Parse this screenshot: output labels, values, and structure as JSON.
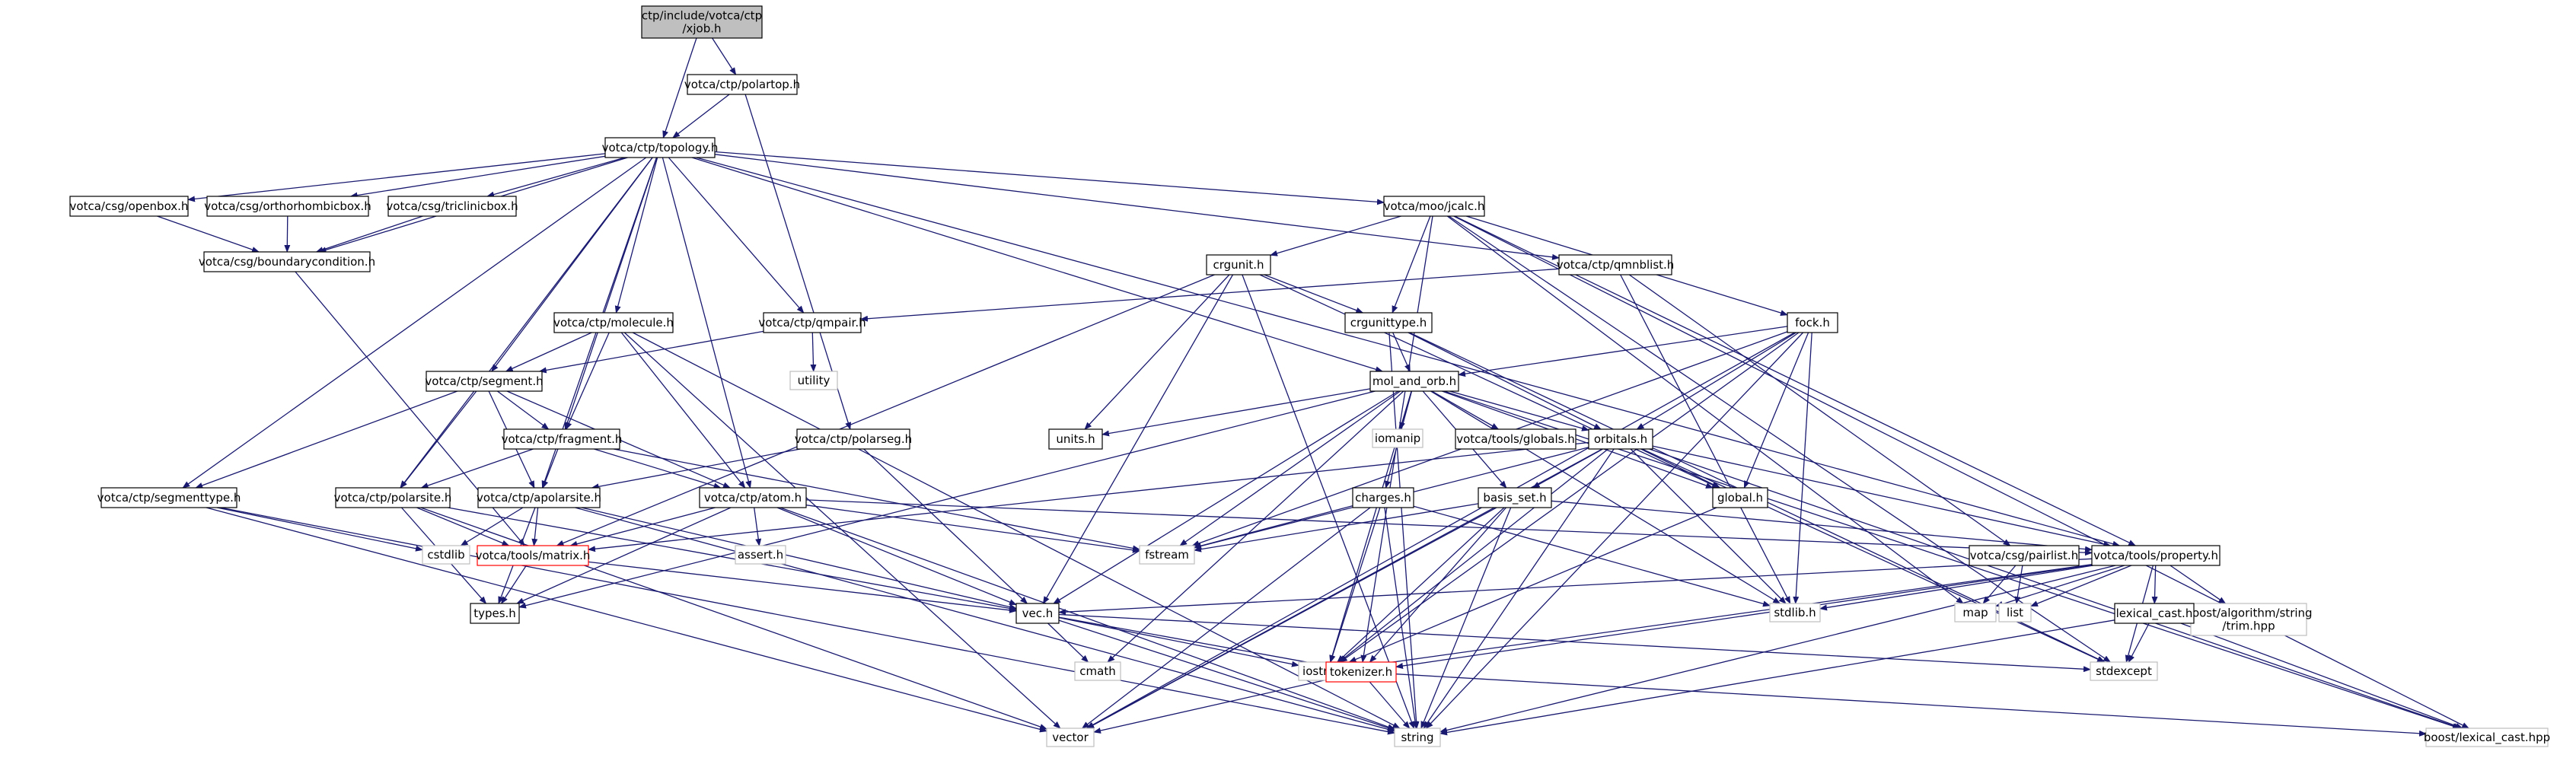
{
  "colors": {
    "edge": "#191970",
    "node_border": "#000000",
    "system_border": "#bfbfbf",
    "missing_border": "#ff0000",
    "root_fill": "#bfbfbf",
    "node_fill": "#ffffff"
  },
  "nodes": [
    {
      "id": "xjob",
      "lines": [
        "ctp/include/votca/ctp",
        "/xjob.h"
      ],
      "kind": "root"
    },
    {
      "id": "polartop",
      "lines": [
        "votca/ctp/polartop.h"
      ],
      "kind": "normal"
    },
    {
      "id": "topology",
      "lines": [
        "votca/ctp/topology.h"
      ],
      "kind": "normal"
    },
    {
      "id": "openbox",
      "lines": [
        "votca/csg/openbox.h"
      ],
      "kind": "normal"
    },
    {
      "id": "orthorhombicbox",
      "lines": [
        "votca/csg/orthorhombicbox.h"
      ],
      "kind": "normal"
    },
    {
      "id": "triclinicbox",
      "lines": [
        "votca/csg/triclinicbox.h"
      ],
      "kind": "normal"
    },
    {
      "id": "boundarycondition",
      "lines": [
        "votca/csg/boundarycondition.h"
      ],
      "kind": "normal"
    },
    {
      "id": "jcalc",
      "lines": [
        "votca/moo/jcalc.h"
      ],
      "kind": "normal"
    },
    {
      "id": "qmnblist",
      "lines": [
        "votca/ctp/qmnblist.h"
      ],
      "kind": "normal"
    },
    {
      "id": "crgunit",
      "lines": [
        "crgunit.h"
      ],
      "kind": "normal"
    },
    {
      "id": "crgunittype",
      "lines": [
        "crgunittype.h"
      ],
      "kind": "normal"
    },
    {
      "id": "fock",
      "lines": [
        "fock.h"
      ],
      "kind": "normal"
    },
    {
      "id": "molecule",
      "lines": [
        "votca/ctp/molecule.h"
      ],
      "kind": "normal"
    },
    {
      "id": "qmpair",
      "lines": [
        "votca/ctp/qmpair.h"
      ],
      "kind": "normal"
    },
    {
      "id": "utility",
      "lines": [
        "utility"
      ],
      "kind": "system"
    },
    {
      "id": "segment",
      "lines": [
        "votca/ctp/segment.h"
      ],
      "kind": "normal"
    },
    {
      "id": "mol_and_orb",
      "lines": [
        "mol_and_orb.h"
      ],
      "kind": "normal"
    },
    {
      "id": "fragment",
      "lines": [
        "votca/ctp/fragment.h"
      ],
      "kind": "normal"
    },
    {
      "id": "polarseg",
      "lines": [
        "votca/ctp/polarseg.h"
      ],
      "kind": "normal"
    },
    {
      "id": "units",
      "lines": [
        "units.h"
      ],
      "kind": "normal"
    },
    {
      "id": "iomanip",
      "lines": [
        "iomanip"
      ],
      "kind": "system"
    },
    {
      "id": "globals",
      "lines": [
        "votca/tools/globals.h"
      ],
      "kind": "normal"
    },
    {
      "id": "orbitals",
      "lines": [
        "orbitals.h"
      ],
      "kind": "normal"
    },
    {
      "id": "segmenttype",
      "lines": [
        "votca/ctp/segmenttype.h"
      ],
      "kind": "normal"
    },
    {
      "id": "polarsite",
      "lines": [
        "votca/ctp/polarsite.h"
      ],
      "kind": "normal"
    },
    {
      "id": "apolarsite",
      "lines": [
        "votca/ctp/apolarsite.h"
      ],
      "kind": "normal"
    },
    {
      "id": "atom",
      "lines": [
        "votca/ctp/atom.h"
      ],
      "kind": "normal"
    },
    {
      "id": "charges",
      "lines": [
        "charges.h"
      ],
      "kind": "normal"
    },
    {
      "id": "basis_set",
      "lines": [
        "basis_set.h"
      ],
      "kind": "normal"
    },
    {
      "id": "global",
      "lines": [
        "global.h"
      ],
      "kind": "normal"
    },
    {
      "id": "cstdlib",
      "lines": [
        "cstdlib"
      ],
      "kind": "system"
    },
    {
      "id": "matrix",
      "lines": [
        "votca/tools/matrix.h"
      ],
      "kind": "missing"
    },
    {
      "id": "assert",
      "lines": [
        "assert.h"
      ],
      "kind": "system"
    },
    {
      "id": "fstream",
      "lines": [
        "fstream"
      ],
      "kind": "system"
    },
    {
      "id": "pairlist",
      "lines": [
        "votca/csg/pairlist.h"
      ],
      "kind": "normal"
    },
    {
      "id": "property",
      "lines": [
        "votca/tools/property.h"
      ],
      "kind": "normal"
    },
    {
      "id": "types",
      "lines": [
        "types.h"
      ],
      "kind": "normal"
    },
    {
      "id": "vec",
      "lines": [
        "vec.h"
      ],
      "kind": "normal"
    },
    {
      "id": "list",
      "lines": [
        "list"
      ],
      "kind": "system"
    },
    {
      "id": "stdlib",
      "lines": [
        "stdlib.h"
      ],
      "kind": "system"
    },
    {
      "id": "map",
      "lines": [
        "map"
      ],
      "kind": "system"
    },
    {
      "id": "trim",
      "lines": [
        "boost/algorithm/string",
        "/trim.hpp"
      ],
      "kind": "system"
    },
    {
      "id": "lexical_cast",
      "lines": [
        "lexical_cast.h"
      ],
      "kind": "normal"
    },
    {
      "id": "cmath",
      "lines": [
        "cmath"
      ],
      "kind": "system"
    },
    {
      "id": "iostream",
      "lines": [
        "iostream"
      ],
      "kind": "system"
    },
    {
      "id": "stdexcept",
      "lines": [
        "stdexcept"
      ],
      "kind": "system"
    },
    {
      "id": "tokenizer",
      "lines": [
        "tokenizer.h"
      ],
      "kind": "missing"
    },
    {
      "id": "vector",
      "lines": [
        "vector"
      ],
      "kind": "system"
    },
    {
      "id": "string",
      "lines": [
        "string"
      ],
      "kind": "system"
    },
    {
      "id": "boost_lexical_cast",
      "lines": [
        "boost/lexical_cast.hpp"
      ],
      "kind": "system"
    }
  ],
  "edges": [
    [
      "xjob",
      "polartop"
    ],
    [
      "xjob",
      "topology"
    ],
    [
      "polartop",
      "topology"
    ],
    [
      "polartop",
      "polarseg"
    ],
    [
      "topology",
      "openbox"
    ],
    [
      "topology",
      "orthorhombicbox"
    ],
    [
      "topology",
      "triclinicbox"
    ],
    [
      "topology",
      "boundarycondition"
    ],
    [
      "topology",
      "jcalc"
    ],
    [
      "topology",
      "qmnblist"
    ],
    [
      "topology",
      "molecule"
    ],
    [
      "topology",
      "qmpair"
    ],
    [
      "topology",
      "segment"
    ],
    [
      "topology",
      "fragment"
    ],
    [
      "topology",
      "atom"
    ],
    [
      "topology",
      "apolarsite"
    ],
    [
      "topology",
      "polarsite"
    ],
    [
      "topology",
      "segmenttype"
    ],
    [
      "topology",
      "mol_and_orb"
    ],
    [
      "topology",
      "property"
    ],
    [
      "openbox",
      "boundarycondition"
    ],
    [
      "orthorhombicbox",
      "boundarycondition"
    ],
    [
      "triclinicbox",
      "boundarycondition"
    ],
    [
      "boundarycondition",
      "matrix"
    ],
    [
      "jcalc",
      "crgunit"
    ],
    [
      "jcalc",
      "crgunittype"
    ],
    [
      "jcalc",
      "fock"
    ],
    [
      "jcalc",
      "tokenizer"
    ],
    [
      "jcalc",
      "property"
    ],
    [
      "jcalc",
      "stdexcept"
    ],
    [
      "jcalc",
      "boost_lexical_cast"
    ],
    [
      "jcalc",
      "map"
    ],
    [
      "qmnblist",
      "qmpair"
    ],
    [
      "qmnblist",
      "pairlist"
    ],
    [
      "qmnblist",
      "stdlib"
    ],
    [
      "crgunit",
      "crgunittype"
    ],
    [
      "crgunit",
      "units"
    ],
    [
      "crgunit",
      "vec"
    ],
    [
      "crgunit",
      "global"
    ],
    [
      "crgunit",
      "matrix"
    ],
    [
      "crgunit",
      "string"
    ],
    [
      "crgunittype",
      "mol_and_orb"
    ],
    [
      "crgunittype",
      "orbitals"
    ],
    [
      "crgunittype",
      "string"
    ],
    [
      "crgunittype",
      "stdexcept"
    ],
    [
      "fock",
      "mol_and_orb"
    ],
    [
      "fock",
      "orbitals"
    ],
    [
      "fock",
      "global"
    ],
    [
      "fock",
      "stdlib"
    ],
    [
      "fock",
      "iostream"
    ],
    [
      "fock",
      "fstream"
    ],
    [
      "fock",
      "vector"
    ],
    [
      "fock",
      "string"
    ],
    [
      "molecule",
      "segment"
    ],
    [
      "molecule",
      "fragment"
    ],
    [
      "molecule",
      "atom"
    ],
    [
      "molecule",
      "vector"
    ],
    [
      "molecule",
      "string"
    ],
    [
      "qmpair",
      "segment"
    ],
    [
      "qmpair",
      "utility"
    ],
    [
      "segment",
      "fragment"
    ],
    [
      "segment",
      "polarsite"
    ],
    [
      "segment",
      "apolarsite"
    ],
    [
      "segment",
      "atom"
    ],
    [
      "segment",
      "segmenttype"
    ],
    [
      "mol_and_orb",
      "units"
    ],
    [
      "mol_and_orb",
      "iomanip"
    ],
    [
      "mol_and_orb",
      "globals"
    ],
    [
      "mol_and_orb",
      "orbitals"
    ],
    [
      "mol_and_orb",
      "charges"
    ],
    [
      "mol_and_orb",
      "basis_set"
    ],
    [
      "mol_and_orb",
      "global"
    ],
    [
      "mol_and_orb",
      "fstream"
    ],
    [
      "mol_and_orb",
      "vec"
    ],
    [
      "mol_and_orb",
      "stdlib"
    ],
    [
      "mol_and_orb",
      "iostream"
    ],
    [
      "mol_and_orb",
      "cmath"
    ],
    [
      "mol_and_orb",
      "boost_lexical_cast"
    ],
    [
      "mol_and_orb",
      "types"
    ],
    [
      "fragment",
      "atom"
    ],
    [
      "fragment",
      "apolarsite"
    ],
    [
      "fragment",
      "polarsite"
    ],
    [
      "fragment",
      "fstream"
    ],
    [
      "polarseg",
      "apolarsite"
    ],
    [
      "polarseg",
      "vec"
    ],
    [
      "orbitals",
      "basis_set"
    ],
    [
      "orbitals",
      "global"
    ],
    [
      "orbitals",
      "matrix"
    ],
    [
      "orbitals",
      "vector"
    ],
    [
      "orbitals",
      "string"
    ],
    [
      "orbitals",
      "iostream"
    ],
    [
      "orbitals",
      "fstream"
    ],
    [
      "orbitals",
      "stdlib"
    ],
    [
      "orbitals",
      "stdexcept"
    ],
    [
      "orbitals",
      "boost_lexical_cast"
    ],
    [
      "orbitals",
      "property"
    ],
    [
      "segmenttype",
      "cstdlib"
    ],
    [
      "segmenttype",
      "vector"
    ],
    [
      "segmenttype",
      "string"
    ],
    [
      "polarsite",
      "matrix"
    ],
    [
      "polarsite",
      "vec"
    ],
    [
      "polarsite",
      "types"
    ],
    [
      "polarsite",
      "vector"
    ],
    [
      "apolarsite",
      "cstdlib"
    ],
    [
      "apolarsite",
      "matrix"
    ],
    [
      "apolarsite",
      "vec"
    ],
    [
      "apolarsite",
      "types"
    ],
    [
      "apolarsite",
      "string"
    ],
    [
      "atom",
      "matrix"
    ],
    [
      "atom",
      "types"
    ],
    [
      "atom",
      "assert"
    ],
    [
      "atom",
      "fstream"
    ],
    [
      "atom",
      "vec"
    ],
    [
      "atom",
      "string"
    ],
    [
      "atom",
      "property"
    ],
    [
      "charges",
      "fstream"
    ],
    [
      "charges",
      "vector"
    ],
    [
      "charges",
      "string"
    ],
    [
      "charges",
      "iostream"
    ],
    [
      "charges",
      "stdlib"
    ],
    [
      "basis_set",
      "tokenizer"
    ],
    [
      "basis_set",
      "vector"
    ],
    [
      "basis_set",
      "string"
    ],
    [
      "basis_set",
      "iostream"
    ],
    [
      "basis_set",
      "fstream"
    ],
    [
      "basis_set",
      "property"
    ],
    [
      "global",
      "iostream"
    ],
    [
      "matrix",
      "vec"
    ],
    [
      "matrix",
      "types"
    ],
    [
      "pairlist",
      "list"
    ],
    [
      "pairlist",
      "map"
    ],
    [
      "property",
      "map"
    ],
    [
      "property",
      "trim"
    ],
    [
      "property",
      "lexical_cast"
    ],
    [
      "property",
      "vec"
    ],
    [
      "property",
      "tokenizer"
    ],
    [
      "property",
      "stdlib"
    ],
    [
      "property",
      "iostream"
    ],
    [
      "property",
      "stdexcept"
    ],
    [
      "property",
      "string"
    ],
    [
      "property",
      "list"
    ],
    [
      "lexical_cast",
      "boost_lexical_cast"
    ],
    [
      "lexical_cast",
      "string"
    ],
    [
      "lexical_cast",
      "stdexcept"
    ],
    [
      "vec",
      "iostream"
    ],
    [
      "vec",
      "cmath"
    ],
    [
      "vec",
      "string"
    ],
    [
      "vec",
      "stdexcept"
    ],
    [
      "vec",
      "tokenizer"
    ],
    [
      "tokenizer",
      "vector"
    ],
    [
      "tokenizer",
      "string"
    ],
    [
      "tokenizer",
      "boost_lexical_cast"
    ]
  ]
}
